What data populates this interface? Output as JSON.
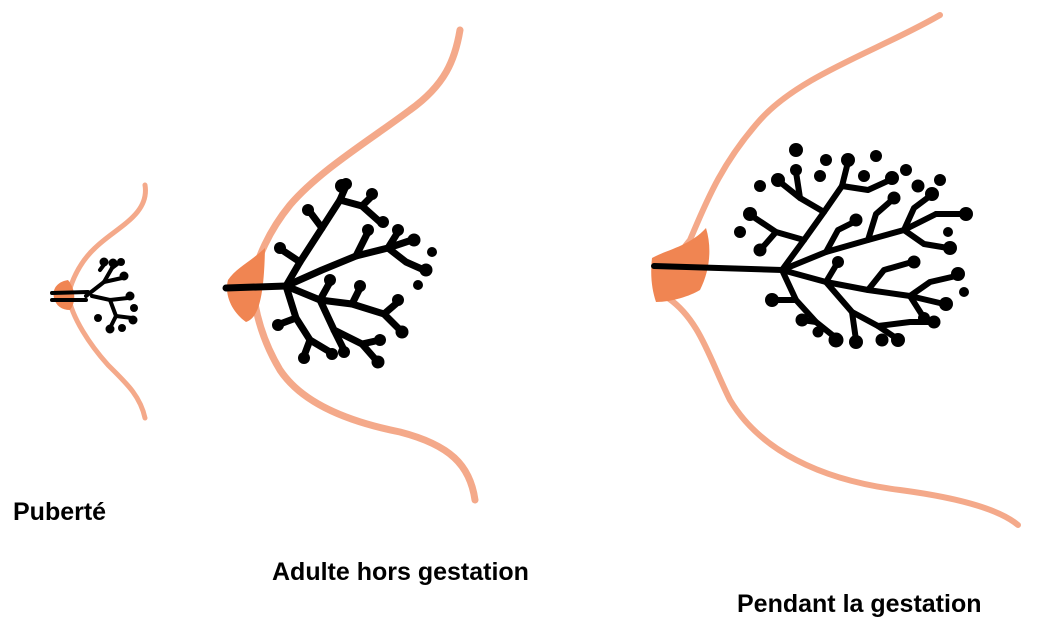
{
  "colors": {
    "skin_contour": "#f4a98a",
    "nipple": "#f08552",
    "duct_tree": "#000000",
    "background": "#ffffff"
  },
  "stages": [
    {
      "id": "puberty",
      "label": "Puberté"
    },
    {
      "id": "adult",
      "label": "Adulte hors gestation"
    },
    {
      "id": "gestation",
      "label": "Pendant la gestation"
    }
  ]
}
